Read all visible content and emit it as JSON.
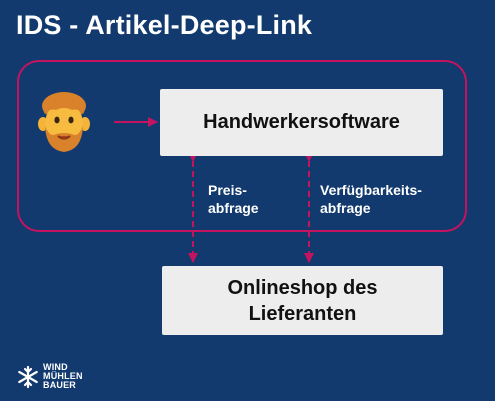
{
  "title": "IDS - Artikel-Deep-Link",
  "nodes": {
    "craftsman_software": "Handwerkersoftware",
    "online_shop_line1": "Onlineshop des",
    "online_shop_line2": "Lieferanten"
  },
  "edges": {
    "price_query_line1": "Preis-",
    "price_query_line2": "abfrage",
    "availability_query_line1": "Verfügbarkeits-",
    "availability_query_line2": "abfrage"
  },
  "logo": {
    "line1": "WIND",
    "line2": "MÜHLEN",
    "line3": "BAUER"
  },
  "colors": {
    "background": "#123a6e",
    "accent": "#c4135f",
    "box": "#ededed"
  },
  "icons": {
    "user": "person-emoji-icon",
    "brand": "snowflake-logo-icon"
  }
}
